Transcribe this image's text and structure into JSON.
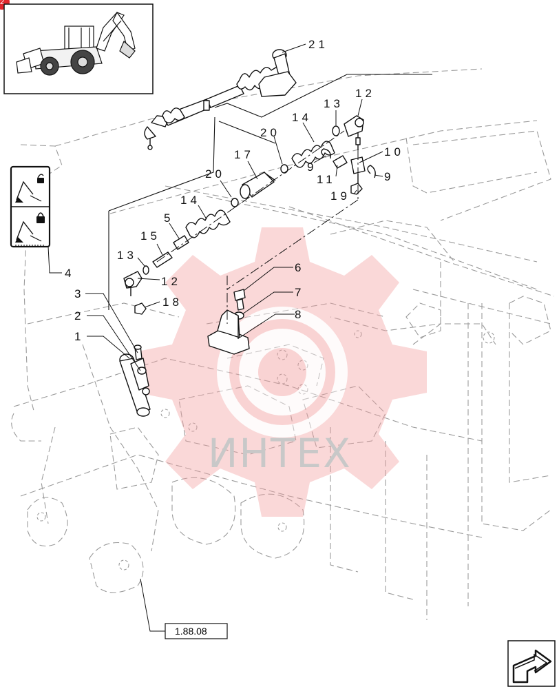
{
  "page_badge": "2",
  "callouts": {
    "c1": "1",
    "c2": "2",
    "c3": "3",
    "c4": "4",
    "c5": "5",
    "c6": "6",
    "c7": "7",
    "c8": "8",
    "c9a": "9",
    "c9b": "9",
    "c10": "10",
    "c11": "11",
    "c12a": "12",
    "c12b": "12",
    "c13a": "13",
    "c13b": "13",
    "c14a": "14",
    "c14b": "14",
    "c15": "15",
    "c17": "17",
    "c18": "18",
    "c19": "19",
    "c20a": "20",
    "c20b": "20",
    "c21": "21"
  },
  "ref_box": "1.88.08",
  "watermark": "ИНТЕХ",
  "colors": {
    "line": "#111111",
    "phantom": "#9a9a9a",
    "watermark_red": "#f2a0a0",
    "watermark_gray": "#c8c8c8",
    "badge": "#e0252b"
  },
  "icons": [
    "backhoe-loader-thumbnail",
    "lock-unlock-decal",
    "next-page-arrow-icon"
  ]
}
